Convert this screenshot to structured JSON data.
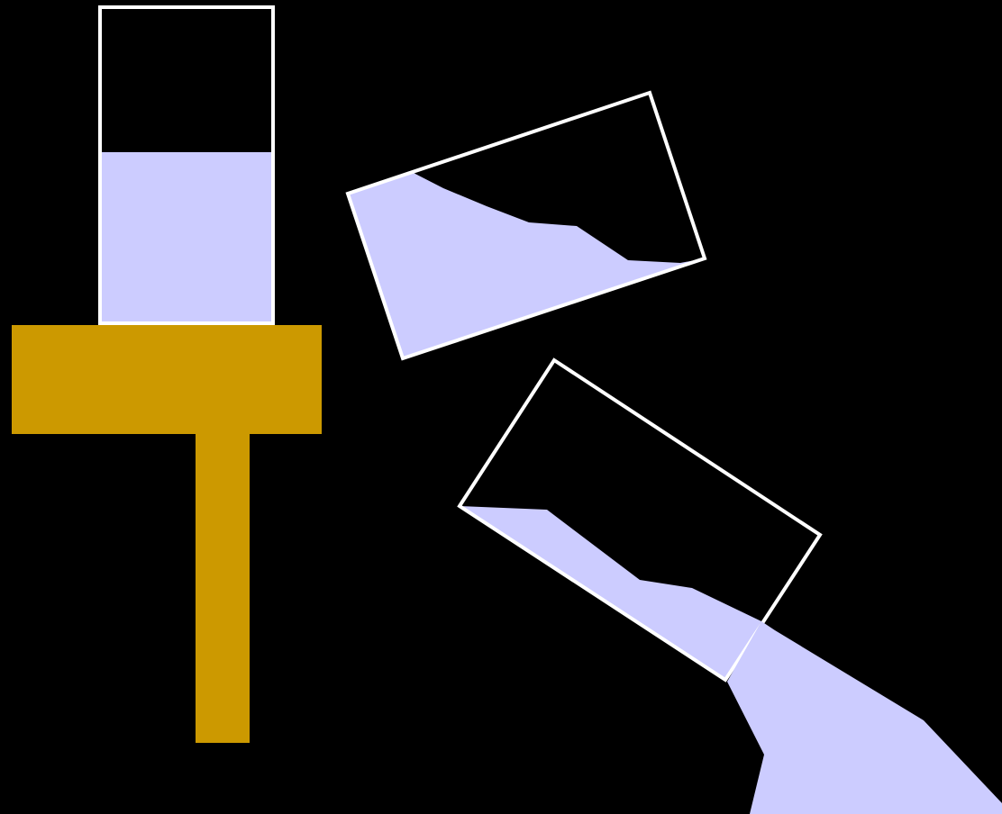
{
  "colors": {
    "background": "#000000",
    "liquid": "#ccccff",
    "outline": "#ffffff",
    "table": "#cc9900"
  },
  "scene": {
    "objects": [
      {
        "name": "table",
        "icon": "t-shaped-table"
      },
      {
        "name": "upright-glass",
        "fill_level": 0.54
      },
      {
        "name": "tilted-glass",
        "tilt": "slight"
      },
      {
        "name": "pouring-glass",
        "tilt": "steep"
      },
      {
        "name": "spilled-liquid-stream"
      }
    ]
  }
}
